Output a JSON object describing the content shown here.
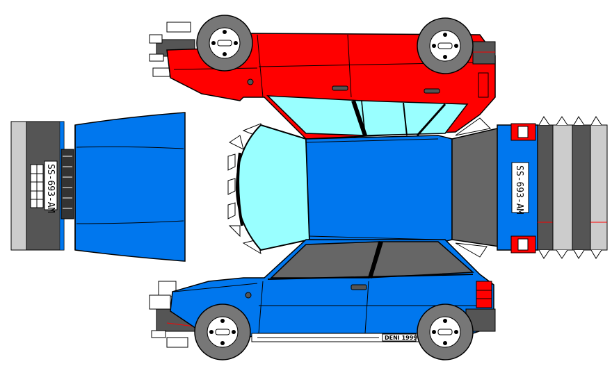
{
  "model": {
    "plate_number": "SS-693-AM",
    "signature": "DENI 1999"
  },
  "colors": {
    "body_blue": "#0077ee",
    "body_red": "#ff0000",
    "glass": "#99ffff",
    "dark_glass": "#666666",
    "tire": "#777777",
    "bumper": "#555555",
    "light_grey": "#cccccc",
    "white": "#ffffff",
    "outline": "#000000"
  },
  "parts": [
    "red-side-panel",
    "roof-panel",
    "blue-side-panel",
    "rear-panel",
    "front-panel"
  ]
}
